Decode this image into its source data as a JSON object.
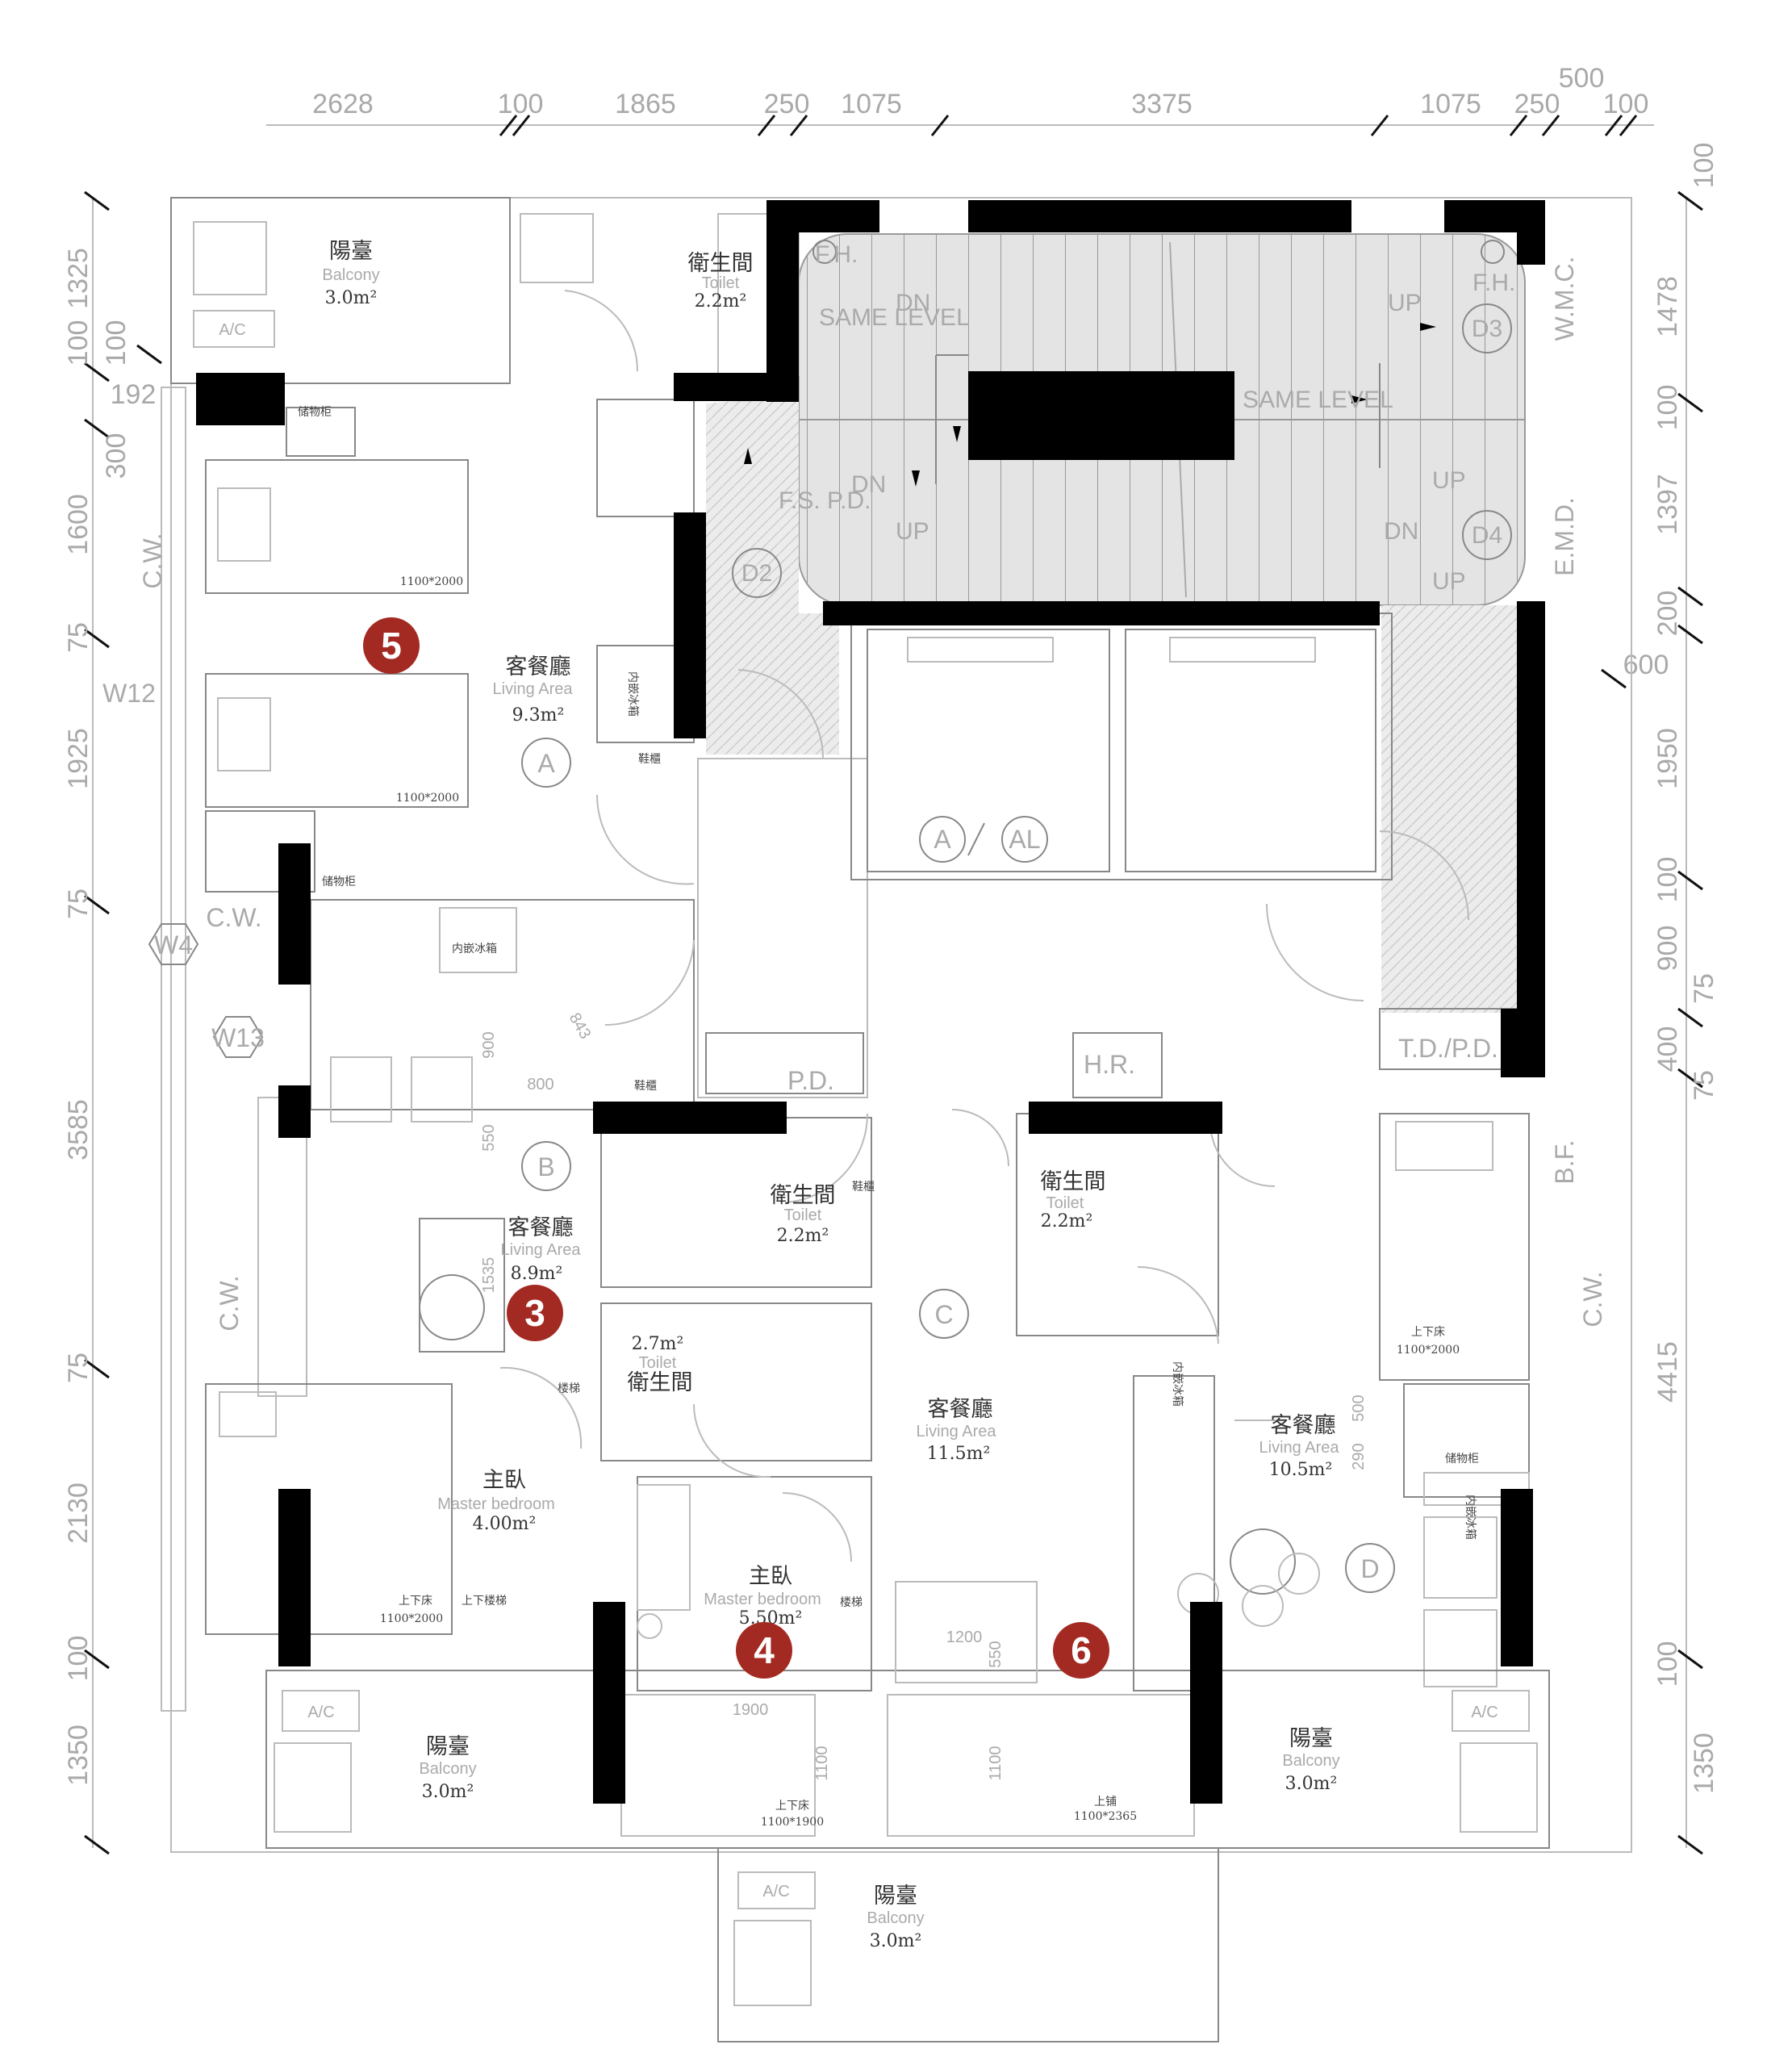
{
  "dims_top": [
    "2628",
    "100",
    "1865",
    "250",
    "1075",
    "3375",
    "1075",
    "250",
    "100"
  ],
  "dim_top_extra": "500",
  "dims_right": [
    "100",
    "1478",
    "100",
    "1397",
    "200",
    "600",
    "1950",
    "900",
    "100",
    "75",
    "400",
    "75",
    "4415",
    "100",
    "1350"
  ],
  "dims_left": [
    "1325",
    "100",
    "100",
    "192",
    "300",
    "1600",
    "75",
    "1925",
    "75",
    "3585",
    "75",
    "2130",
    "100",
    "1350"
  ],
  "rooms": {
    "balcony_tl": {
      "zh": "陽臺",
      "en": "Balcony",
      "area": "3.0m²"
    },
    "balcony_bl": {
      "zh": "陽臺",
      "en": "Balcony",
      "area": "3.0m²"
    },
    "balcony_bc": {
      "zh": "陽臺",
      "en": "Balcony",
      "area": "3.0m²"
    },
    "balcony_br": {
      "zh": "陽臺",
      "en": "Balcony",
      "area": "3.0m²"
    },
    "toilet_top": {
      "zh": "衛生間",
      "en": "Toilet",
      "area": "2.2m²"
    },
    "living_a": {
      "zh": "客餐廳",
      "en": "Living Area",
      "area": "9.3m²"
    },
    "living_b": {
      "zh": "客餐廳",
      "en": "Living Area",
      "area": "8.9m²"
    },
    "toilet_b": {
      "zh": "衛生間",
      "en": "Toilet",
      "area": "2.2m²"
    },
    "toilet_c": {
      "zh": "衛生間",
      "en": "Toilet",
      "area": "2.2m²"
    },
    "toilet_mid": {
      "zh": "衛生間",
      "en": "Toilet",
      "area": "2.7m²"
    },
    "living_c": {
      "zh": "客餐廳",
      "en": "Living Area",
      "area": "11.5m²"
    },
    "living_d": {
      "zh": "客餐廳",
      "en": "Living Area",
      "area": "10.5m²"
    },
    "master_l": {
      "zh": "主臥",
      "en": "Master bedroom",
      "area": "4.00m²"
    },
    "master_m": {
      "zh": "主臥",
      "en": "Master bedroom",
      "area": "5.50m²"
    }
  },
  "units": [
    "A",
    "B",
    "C",
    "D"
  ],
  "lift_labels": {
    "a": "A",
    "al": "AL"
  },
  "markers": [
    "5",
    "3",
    "4",
    "6"
  ],
  "stair": {
    "fh1": "F.H.",
    "fh2": "F.H.",
    "same_level": "SAME LEVEL",
    "dn": "DN",
    "up": "UP",
    "fspd": "F.S. P.D.",
    "d2": "D2",
    "d3": "D3",
    "d4": "D4"
  },
  "side": {
    "wmc": "W.M.C.",
    "emd": "E.M.D.",
    "cw": "C.W.",
    "bf": "B.F.",
    "tdpd": "T.D./P.D.",
    "pd": "P.D.",
    "hr": "H.R.",
    "w4": "W4",
    "w13": "W13",
    "w12": "W12"
  },
  "furniture": {
    "bed1": "1100*2000",
    "bed2": "1100*2000",
    "bed3": "1100*2000",
    "bed4": "1100*2000",
    "bed5": "1100*1900",
    "bed6": "1100*2365",
    "bunk": "上下床",
    "top_bunk": "上铺",
    "ladder": "上下楼梯",
    "ladder2": "楼梯",
    "storage": "储物柜",
    "shoe": "鞋櫃",
    "fridge": "内嵌冰箱",
    "ac": "A/C"
  },
  "inner_dims": [
    "843",
    "800",
    "900",
    "550",
    "1535",
    "500",
    "290",
    "1200",
    "550",
    "1900",
    "1100",
    "1100"
  ],
  "colors": {
    "wall": "#000000",
    "shade": "#e2e2e2",
    "marker": "#a32a22",
    "dim": "#a9a9a9"
  }
}
